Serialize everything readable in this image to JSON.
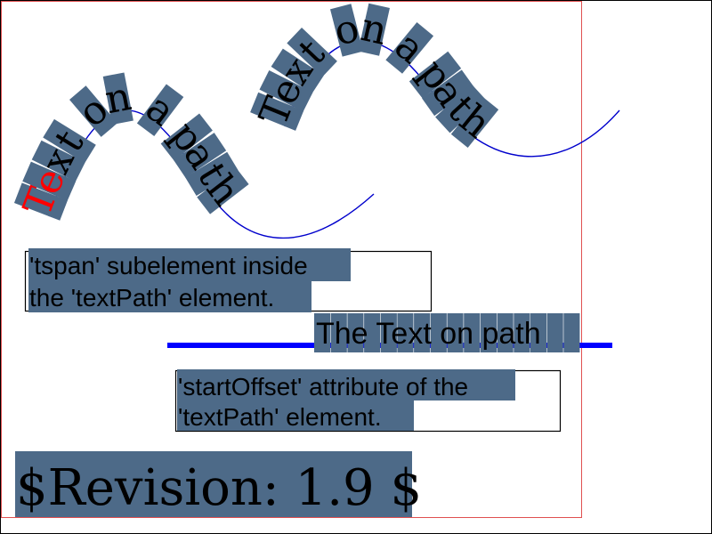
{
  "path_text_1": {
    "highlight": "Te",
    "rest": "xt on a path",
    "highlight_color": "#ff0000",
    "text_color": "#000000"
  },
  "path_text_2": {
    "text": "Text on a path",
    "text_color": "#000000"
  },
  "label_tspan": {
    "line1": "'tspan' subelement inside",
    "line2": "the 'textPath' element."
  },
  "horizontal_path_text": {
    "text": "The Text on path",
    "line_color": "#0000ff"
  },
  "label_startoffset": {
    "line1": "'startOffset' attribute of the",
    "line2": "'textPath' element."
  },
  "revision": {
    "text": "$Revision: 1.9 $"
  },
  "colors": {
    "glyph_box_fill": "#4d6a88",
    "curve_stroke": "#0000cc",
    "frame_outline": "#e05050",
    "page_border": "#000000"
  }
}
